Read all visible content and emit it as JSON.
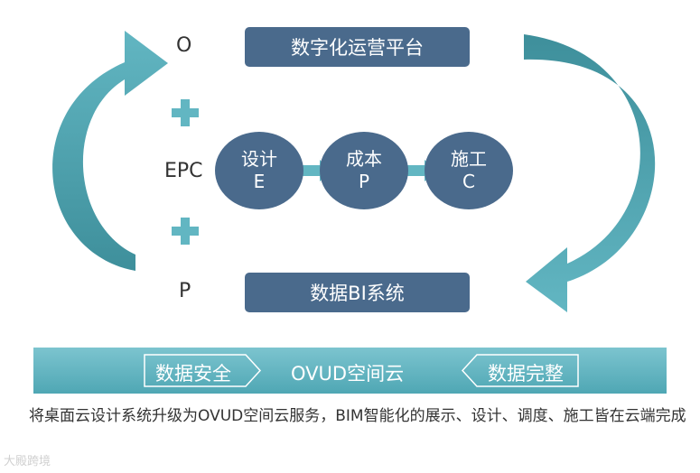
{
  "labels": {
    "o": "O",
    "epc": "EPC",
    "p": "P"
  },
  "top_box": "数字化运营平台",
  "bottom_box": "数据BI系统",
  "circles": [
    {
      "line1": "设计",
      "line2": "E"
    },
    {
      "line1": "成本",
      "line2": "P"
    },
    {
      "line1": "施工",
      "line2": "C"
    }
  ],
  "band": {
    "left": "数据安全",
    "center": "OVUD空间云",
    "right": "数据完整"
  },
  "description": "将桌面云设计系统升级为OVUD空间云服务，BIM智能化的展示、设计、调度、施工皆在云端完成",
  "watermark": "大殿跨境",
  "colors": {
    "box": "#4a6a8c",
    "teal": "#62b6c2",
    "teal_dark": "#3e8f9b"
  }
}
